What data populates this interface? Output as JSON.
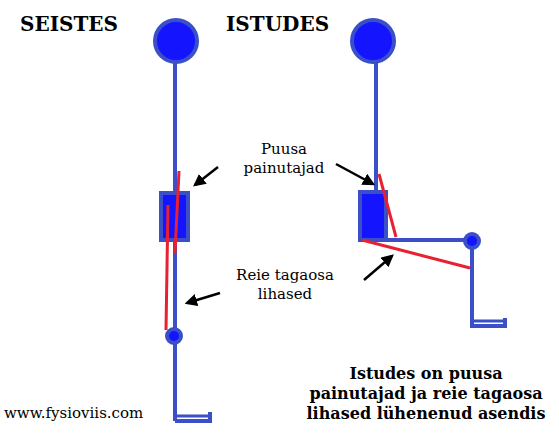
{
  "diagram": {
    "caption": "Istudes on puusa painutajad ja reie tagaosa lihased lühenenud asendis",
    "labels": [
      "SEISTES",
      "ISTUDES",
      "Puusa painutajad",
      "Reie tagaosa lihased",
      "www.fysioviis.com"
    ]
  }
}
